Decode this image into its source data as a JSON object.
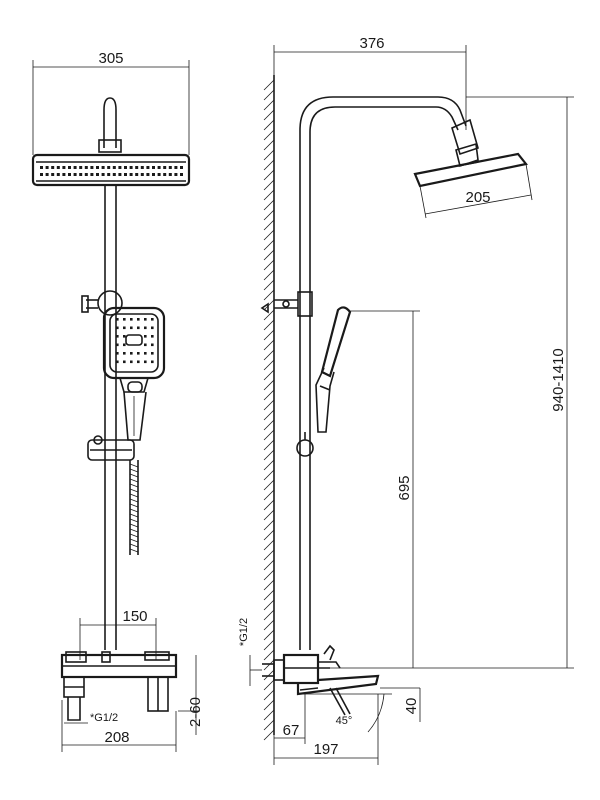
{
  "front_view": {
    "head_width": "305",
    "mixer_center": "150",
    "thread": "*G1/2",
    "total_width": "208",
    "offset": "2-60"
  },
  "side_view": {
    "arm_reach": "376",
    "head_diameter": "205",
    "holder_height": "695",
    "total_height": "940-1410",
    "thread": "*G1/2",
    "spout_height": "40",
    "angle": "45°",
    "wall_offset": "67",
    "projection": "197"
  }
}
